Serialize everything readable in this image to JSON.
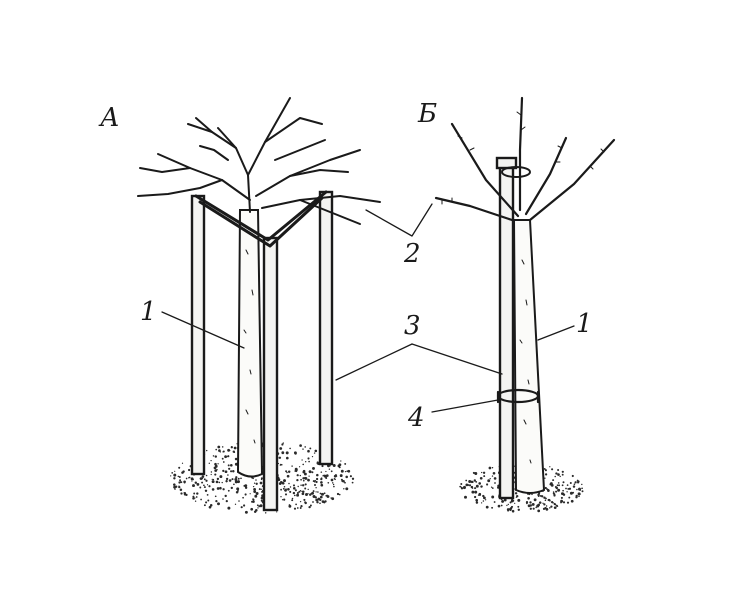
{
  "panels": [
    {
      "id": "A",
      "label": "А"
    },
    {
      "id": "B",
      "label": "Б"
    }
  ],
  "callouts": {
    "trunk": "1",
    "branches": "2",
    "stake": "3",
    "tie": "4"
  },
  "colors": {
    "ink": "#1a1a1a",
    "paper": "#ffffff"
  }
}
